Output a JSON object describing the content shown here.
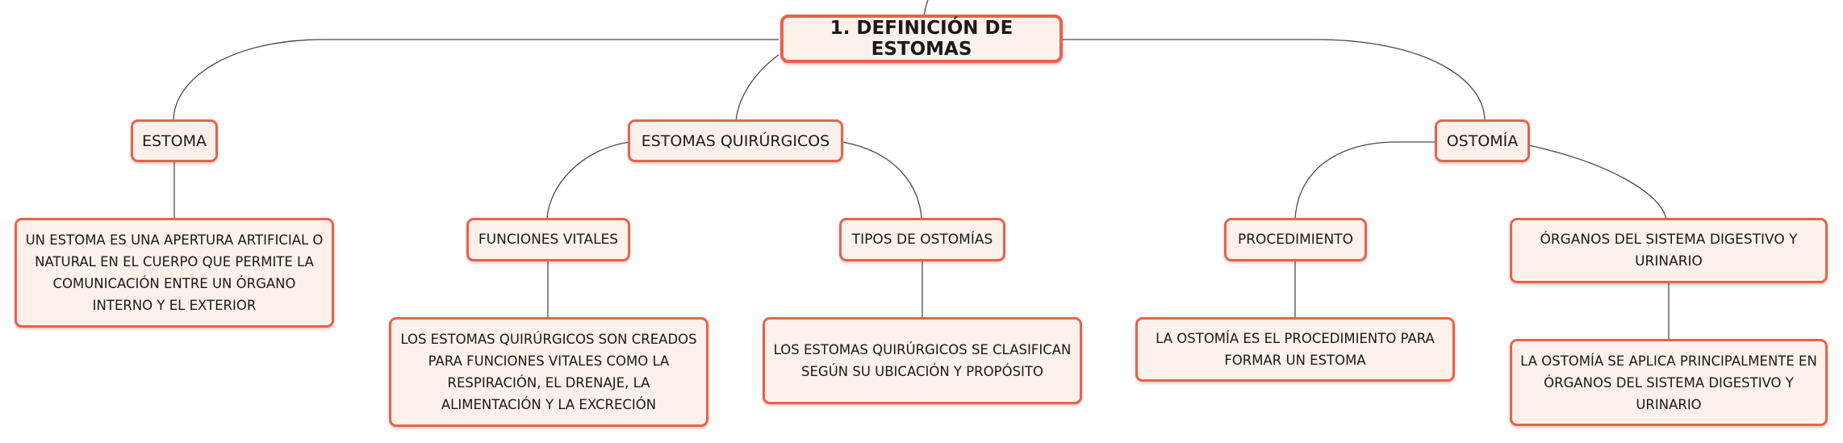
{
  "colors": {
    "node_border": "#e8624b",
    "node_fill": "#fdf1ec",
    "line": "#4a4a4a"
  },
  "mindmap": {
    "root": "1. DEFINICIÓN DE ESTOMAS",
    "estoma": {
      "label": "ESTOMA",
      "description": "UN ESTOMA ES UNA APERTURA ARTIFICIAL O NATURAL EN EL CUERPO QUE PERMITE LA COMUNICACIÓN ENTRE UN ÓRGANO INTERNO Y EL EXTERIOR"
    },
    "estomas_quirurgicos": {
      "label": "ESTOMAS QUIRÚRGICOS",
      "funciones_vitales": {
        "label": "FUNCIONES VITALES",
        "description": "LOS ESTOMAS QUIRÚRGICOS SON CREADOS PARA FUNCIONES VITALES COMO LA RESPIRACIÓN, EL DRENAJE, LA ALIMENTACIÓN Y LA EXCRECIÓN"
      },
      "tipos_ostomias": {
        "label": "TIPOS DE OSTOMÍAS",
        "description": "LOS ESTOMAS QUIRÚRGICOS SE CLASIFICAN SEGÚN SU UBICACIÓN Y PROPÓSITO"
      }
    },
    "ostomia": {
      "label": "OSTOMÍA",
      "procedimiento": {
        "label": "PROCEDIMIENTO",
        "description": "LA OSTOMÍA ES EL PROCEDIMIENTO PARA FORMAR UN ESTOMA"
      },
      "organos": {
        "label": "ÓRGANOS DEL SISTEMA DIGESTIVO Y URINARIO",
        "description": "LA OSTOMÍA SE APLICA PRINCIPALMENTE EN ÓRGANOS DEL SISTEMA DIGESTIVO Y URINARIO"
      }
    }
  }
}
